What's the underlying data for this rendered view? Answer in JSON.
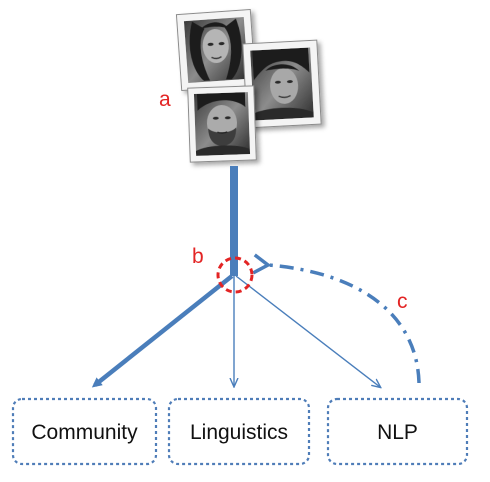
{
  "colors": {
    "edge": "#4a7ebb",
    "marker": "#e32424",
    "box_border": "#4f7db8",
    "photo_frame": "#f4f4f4",
    "photo_border": "#8a8a8a"
  },
  "markers": {
    "a": "a",
    "b": "b",
    "c": "c"
  },
  "nodes": {
    "community": "Community",
    "linguistics": "Linguistics",
    "nlp": "NLP"
  },
  "photos": [
    {
      "name": "photo-woman"
    },
    {
      "name": "photo-man-dark-hair"
    },
    {
      "name": "photo-bearded-man"
    }
  ]
}
